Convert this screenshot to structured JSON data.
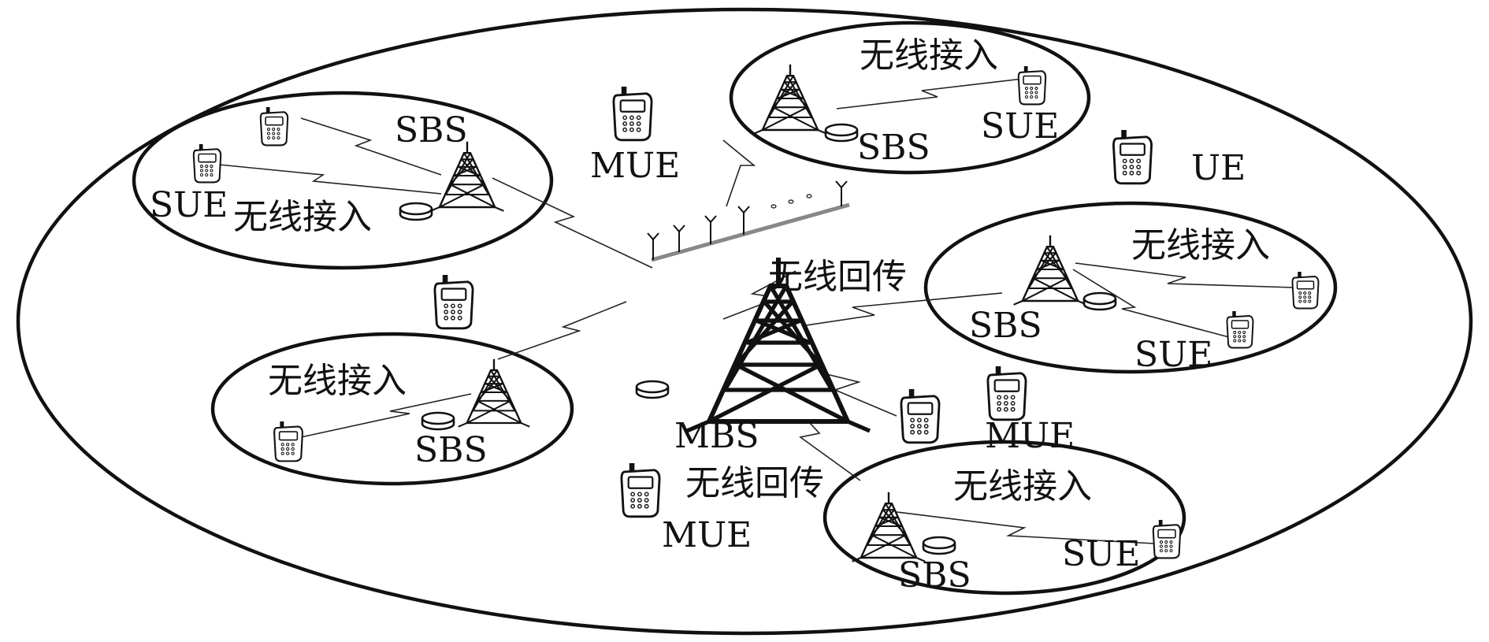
{
  "labels": {
    "mbs": "MBS",
    "sbs": "SBS",
    "sue": "SUE",
    "mue": "MUE",
    "ue": "UE",
    "wireless_access": "无线接入",
    "wireless_backhaul": "无线回传"
  },
  "colors": {
    "stroke": "#111111",
    "antenna_bar": "#888888",
    "background": "#ffffff"
  },
  "icons": [
    "tower-icon",
    "phone-icon",
    "disc-icon",
    "antenna-array-icon",
    "lightning-link-icon"
  ]
}
